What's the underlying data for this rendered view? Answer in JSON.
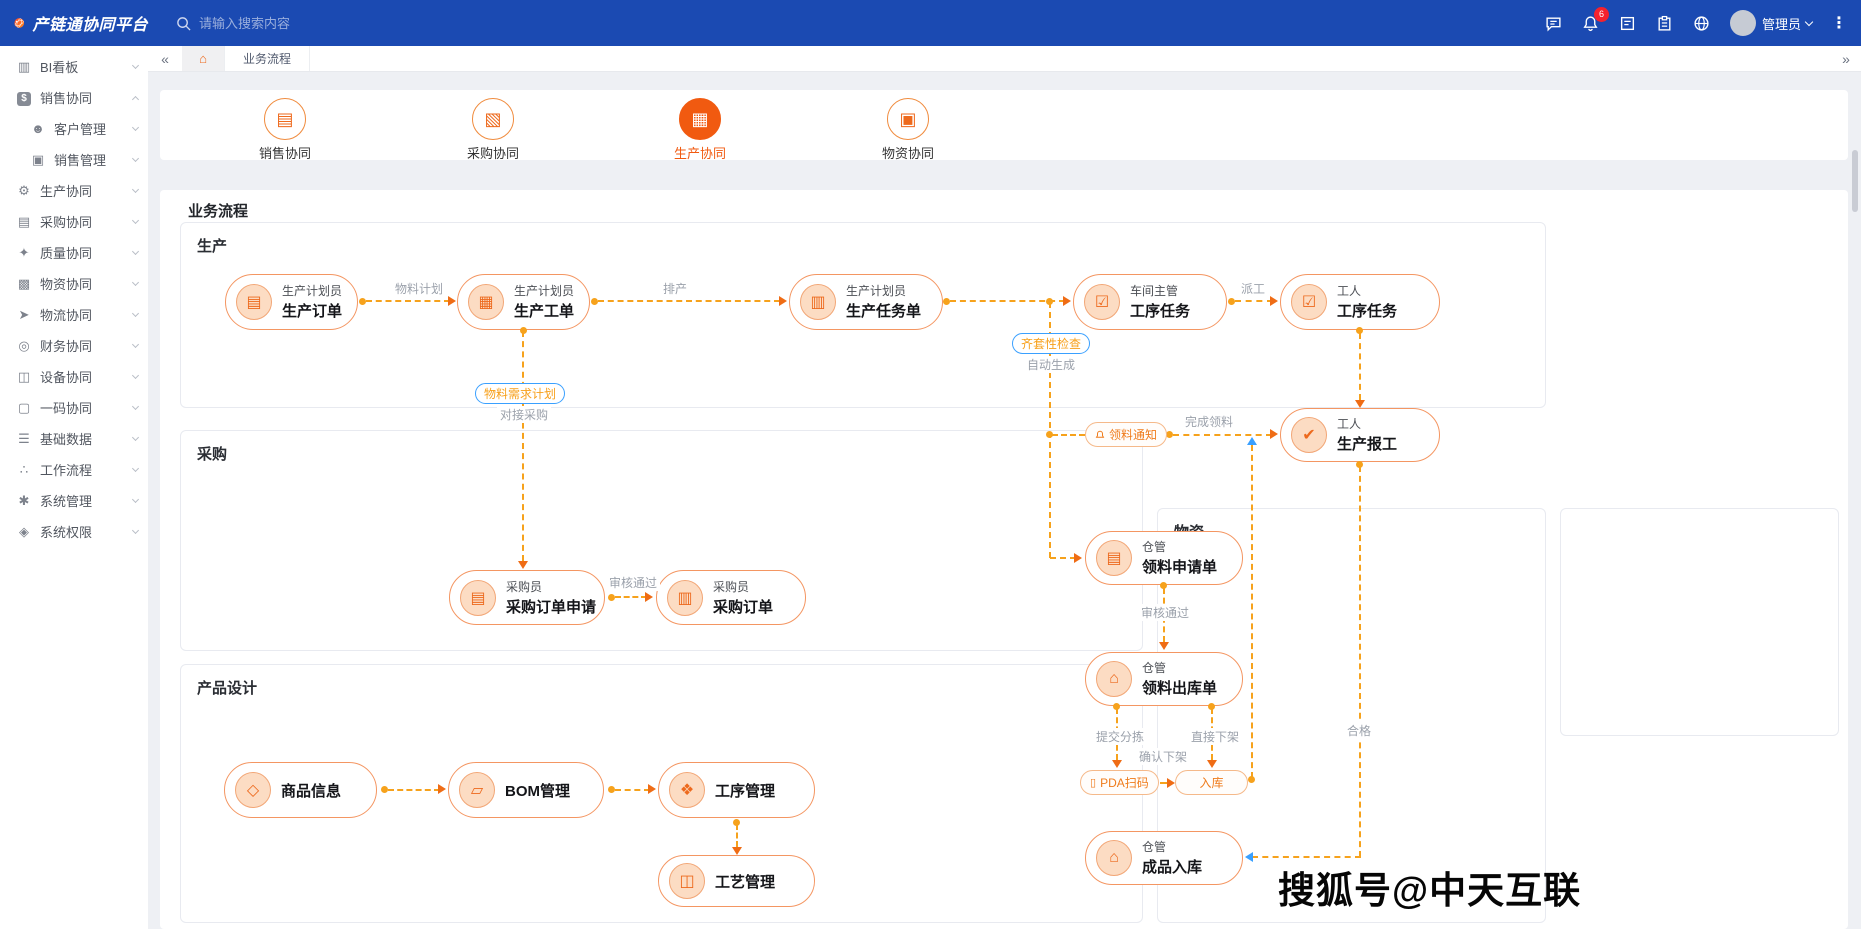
{
  "header": {
    "logo": "产链通协同平台",
    "search_placeholder": "请输入搜索内容",
    "notification_count": "6",
    "user": "管理员"
  },
  "tabbar": {
    "collapse": "«",
    "expand": "»",
    "tabs": [
      {
        "label": "业务流程"
      }
    ]
  },
  "quicknav": {
    "items": [
      {
        "label": "销售协同",
        "active": false
      },
      {
        "label": "采购协同",
        "active": false
      },
      {
        "label": "生产协同",
        "active": true
      },
      {
        "label": "物资协同",
        "active": false
      }
    ]
  },
  "sidebar": {
    "items": [
      {
        "label": "BI看板"
      },
      {
        "label": "销售协同",
        "expanded": true
      },
      {
        "label": "客户管理",
        "sub": true
      },
      {
        "label": "销售管理",
        "sub": true
      },
      {
        "label": "生产协同"
      },
      {
        "label": "采购协同"
      },
      {
        "label": "质量协同"
      },
      {
        "label": "物资协同"
      },
      {
        "label": "物流协同"
      },
      {
        "label": "财务协同"
      },
      {
        "label": "设备协同"
      },
      {
        "label": "一码协同"
      },
      {
        "label": "基础数据"
      },
      {
        "label": "工作流程"
      },
      {
        "label": "系统管理"
      },
      {
        "label": "系统权限"
      }
    ]
  },
  "page_title": "业务流程",
  "flow": {
    "sections": {
      "production": "生产",
      "purchase": "采购",
      "design": "产品设计",
      "material": "物资"
    },
    "nodes": [
      {
        "role": "生产计划员",
        "name": "生产订单"
      },
      {
        "role": "生产计划员",
        "name": "生产工单"
      },
      {
        "role": "生产计划员",
        "name": "生产任务单"
      },
      {
        "role": "车间主管",
        "name": "工序任务"
      },
      {
        "role": "工人",
        "name": "工序任务"
      },
      {
        "role": "工人",
        "name": "生产报工"
      },
      {
        "role": "仓管",
        "name": "领料申请单"
      },
      {
        "role": "仓管",
        "name": "领料出库单"
      },
      {
        "role": "仓管",
        "name": "成品入库"
      },
      {
        "role": "采购员",
        "name": "采购订单申请"
      },
      {
        "role": "采购员",
        "name": "采购订单"
      },
      {
        "name": "商品信息"
      },
      {
        "name": "BOM管理"
      },
      {
        "name": "工序管理"
      },
      {
        "name": "工艺管理"
      }
    ],
    "mini_nodes": {
      "pda": "PDA扫码",
      "inbound": "入库"
    },
    "tags": {
      "completeness_check": "齐套性检查",
      "material_requirement_plan": "物料需求计划",
      "picking_notice": "领料通知"
    },
    "labels": {
      "material_plan": "物料计划",
      "scheduling": "排产",
      "dispatch": "派工",
      "auto_generate": "自动生成",
      "connect_purchase": "对接采购",
      "approve_purchase": "审核通过",
      "approve_material": "审核通过",
      "finish_picking": "完成领料",
      "submit_sorting": "提交分拣",
      "confirm_unshelve": "确认下架",
      "direct_unshelve": "直接下架",
      "qualified": "合格"
    }
  },
  "watermark": "搜狐号@中天互联",
  "colors": {
    "header_blue": "#1b4ab2",
    "accent_orange": "#ef6c15",
    "dash_amber": "#f6a21c",
    "tag_blue": "#3aa0ff",
    "badge_red": "#f5222d"
  }
}
